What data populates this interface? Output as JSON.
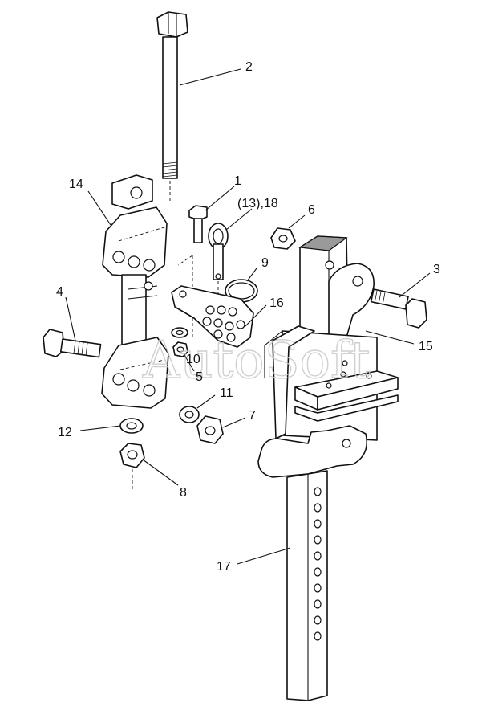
{
  "diagram": {
    "type": "exploded-parts-drawing",
    "watermark": "AutoSoft",
    "callouts": {
      "c1": "1",
      "c2": "2",
      "c3": "3",
      "c4": "4",
      "c5": "5",
      "c6": "6",
      "c7": "7",
      "c8": "8",
      "c9": "9",
      "c10": "10",
      "c11": "11",
      "c12": "12",
      "c13_18": "(13),18",
      "c14": "14",
      "c15": "15",
      "c16": "16",
      "c17": "17"
    }
  }
}
